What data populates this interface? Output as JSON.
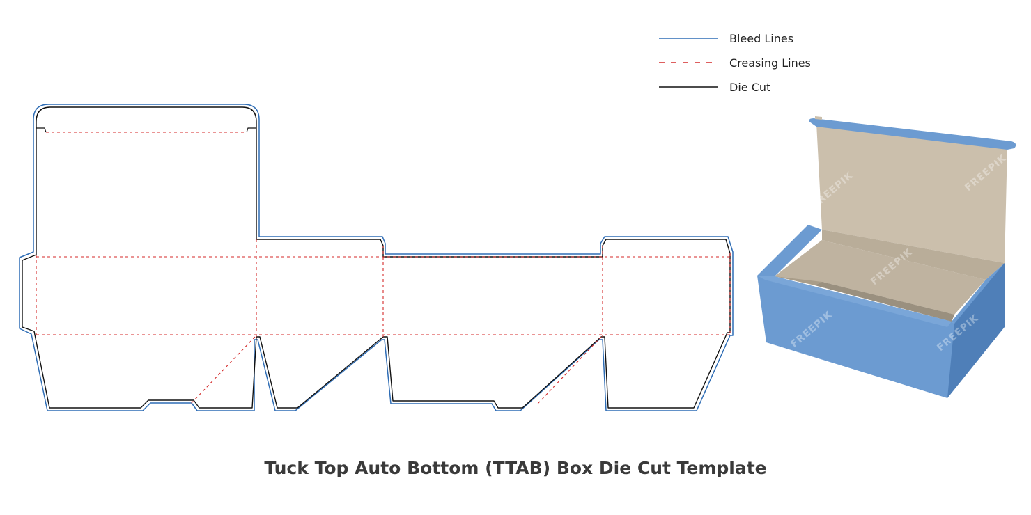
{
  "legend": {
    "items": [
      {
        "label": "Bleed Lines",
        "color": "#2f6db5",
        "style": "solid"
      },
      {
        "label": "Creasing Lines",
        "color": "#d42a2a",
        "style": "dashed"
      },
      {
        "label": "Die Cut",
        "color": "#111111",
        "style": "solid"
      }
    ]
  },
  "caption": "Tuck Top Auto Bottom (TTAB) Box Die Cut Template",
  "colors": {
    "box_blue": "#6c9bd1",
    "box_blue_dark": "#4f7fb8",
    "box_inner": "#cbbfac",
    "box_inner_dark": "#b3a793"
  },
  "watermark": "FREEPIK"
}
